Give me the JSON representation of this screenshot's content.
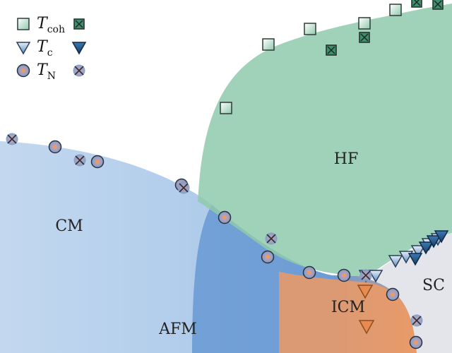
{
  "chart_data": {
    "type": "scatter",
    "title": "",
    "xlabel": "",
    "ylabel": "",
    "grid": false,
    "legend_placement": "top-left",
    "colors": {
      "hf_phase": "#8fc9ad",
      "cm_phase": "#a9c8e8",
      "afm_phase": "#7aa7d9",
      "icm_phase": "#ee9a63",
      "sc_phase": "#e3e3e3",
      "tcoh_marker": "#3f8f6e",
      "tc_marker": "#1f5f8f",
      "tn_circle": "#6d8fc0",
      "tn_dot": "#f09a5e"
    },
    "phase_labels": {
      "hf": "HF",
      "cm": "CM",
      "afm": "AFM",
      "icm": "ICM",
      "sc": "SC"
    },
    "legend": [
      {
        "symbol": "T",
        "subscript": "coh",
        "open_marker": "square",
        "filled_marker": "square-x"
      },
      {
        "symbol": "T",
        "subscript": "c",
        "open_marker": "triangle-down",
        "filled_marker": "triangle-down-filled"
      },
      {
        "symbol": "T",
        "subscript": "N",
        "open_marker": "circle-dot",
        "filled_marker": "circle-x"
      }
    ],
    "series": [
      {
        "name": "T_coh",
        "marker": "square",
        "points": [
          [
            320,
            153
          ],
          [
            380,
            63
          ],
          [
            439,
            41
          ],
          [
            516,
            33
          ],
          [
            560,
            14
          ]
        ]
      },
      {
        "name": "T_coh",
        "marker": "square-x",
        "points": [
          [
            469,
            71
          ],
          [
            516,
            53
          ],
          [
            590,
            3
          ],
          [
            620,
            6
          ]
        ]
      },
      {
        "name": "T_c",
        "marker": "triangle-down",
        "points": [
          [
            518,
            390
          ],
          [
            532,
            390
          ],
          [
            560,
            369
          ],
          [
            575,
            363
          ],
          [
            592,
            355
          ],
          [
            607,
            345
          ],
          [
            620,
            338
          ]
        ]
      },
      {
        "name": "T_c",
        "marker": "triangle-down-filled",
        "points": [
          [
            588,
            366
          ],
          [
            603,
            350
          ],
          [
            614,
            341
          ],
          [
            625,
            334
          ]
        ]
      },
      {
        "name": "T_c",
        "marker": "triangle-down-orange",
        "points": [
          [
            517,
            412
          ],
          [
            519,
            462
          ]
        ]
      },
      {
        "name": "T_N",
        "marker": "circle-dot",
        "points": [
          [
            78,
            208
          ],
          [
            138,
            229
          ],
          [
            257,
            262
          ],
          [
            318,
            308
          ],
          [
            379,
            364
          ],
          [
            438,
            386
          ],
          [
            487,
            390
          ],
          [
            556,
            417
          ],
          [
            589,
            485
          ]
        ]
      },
      {
        "name": "T_N",
        "marker": "circle-x",
        "points": [
          [
            17,
            197
          ],
          [
            113,
            227
          ],
          [
            260,
            266
          ],
          [
            384,
            338
          ],
          [
            518,
            390
          ],
          [
            590,
            454
          ]
        ]
      }
    ]
  }
}
